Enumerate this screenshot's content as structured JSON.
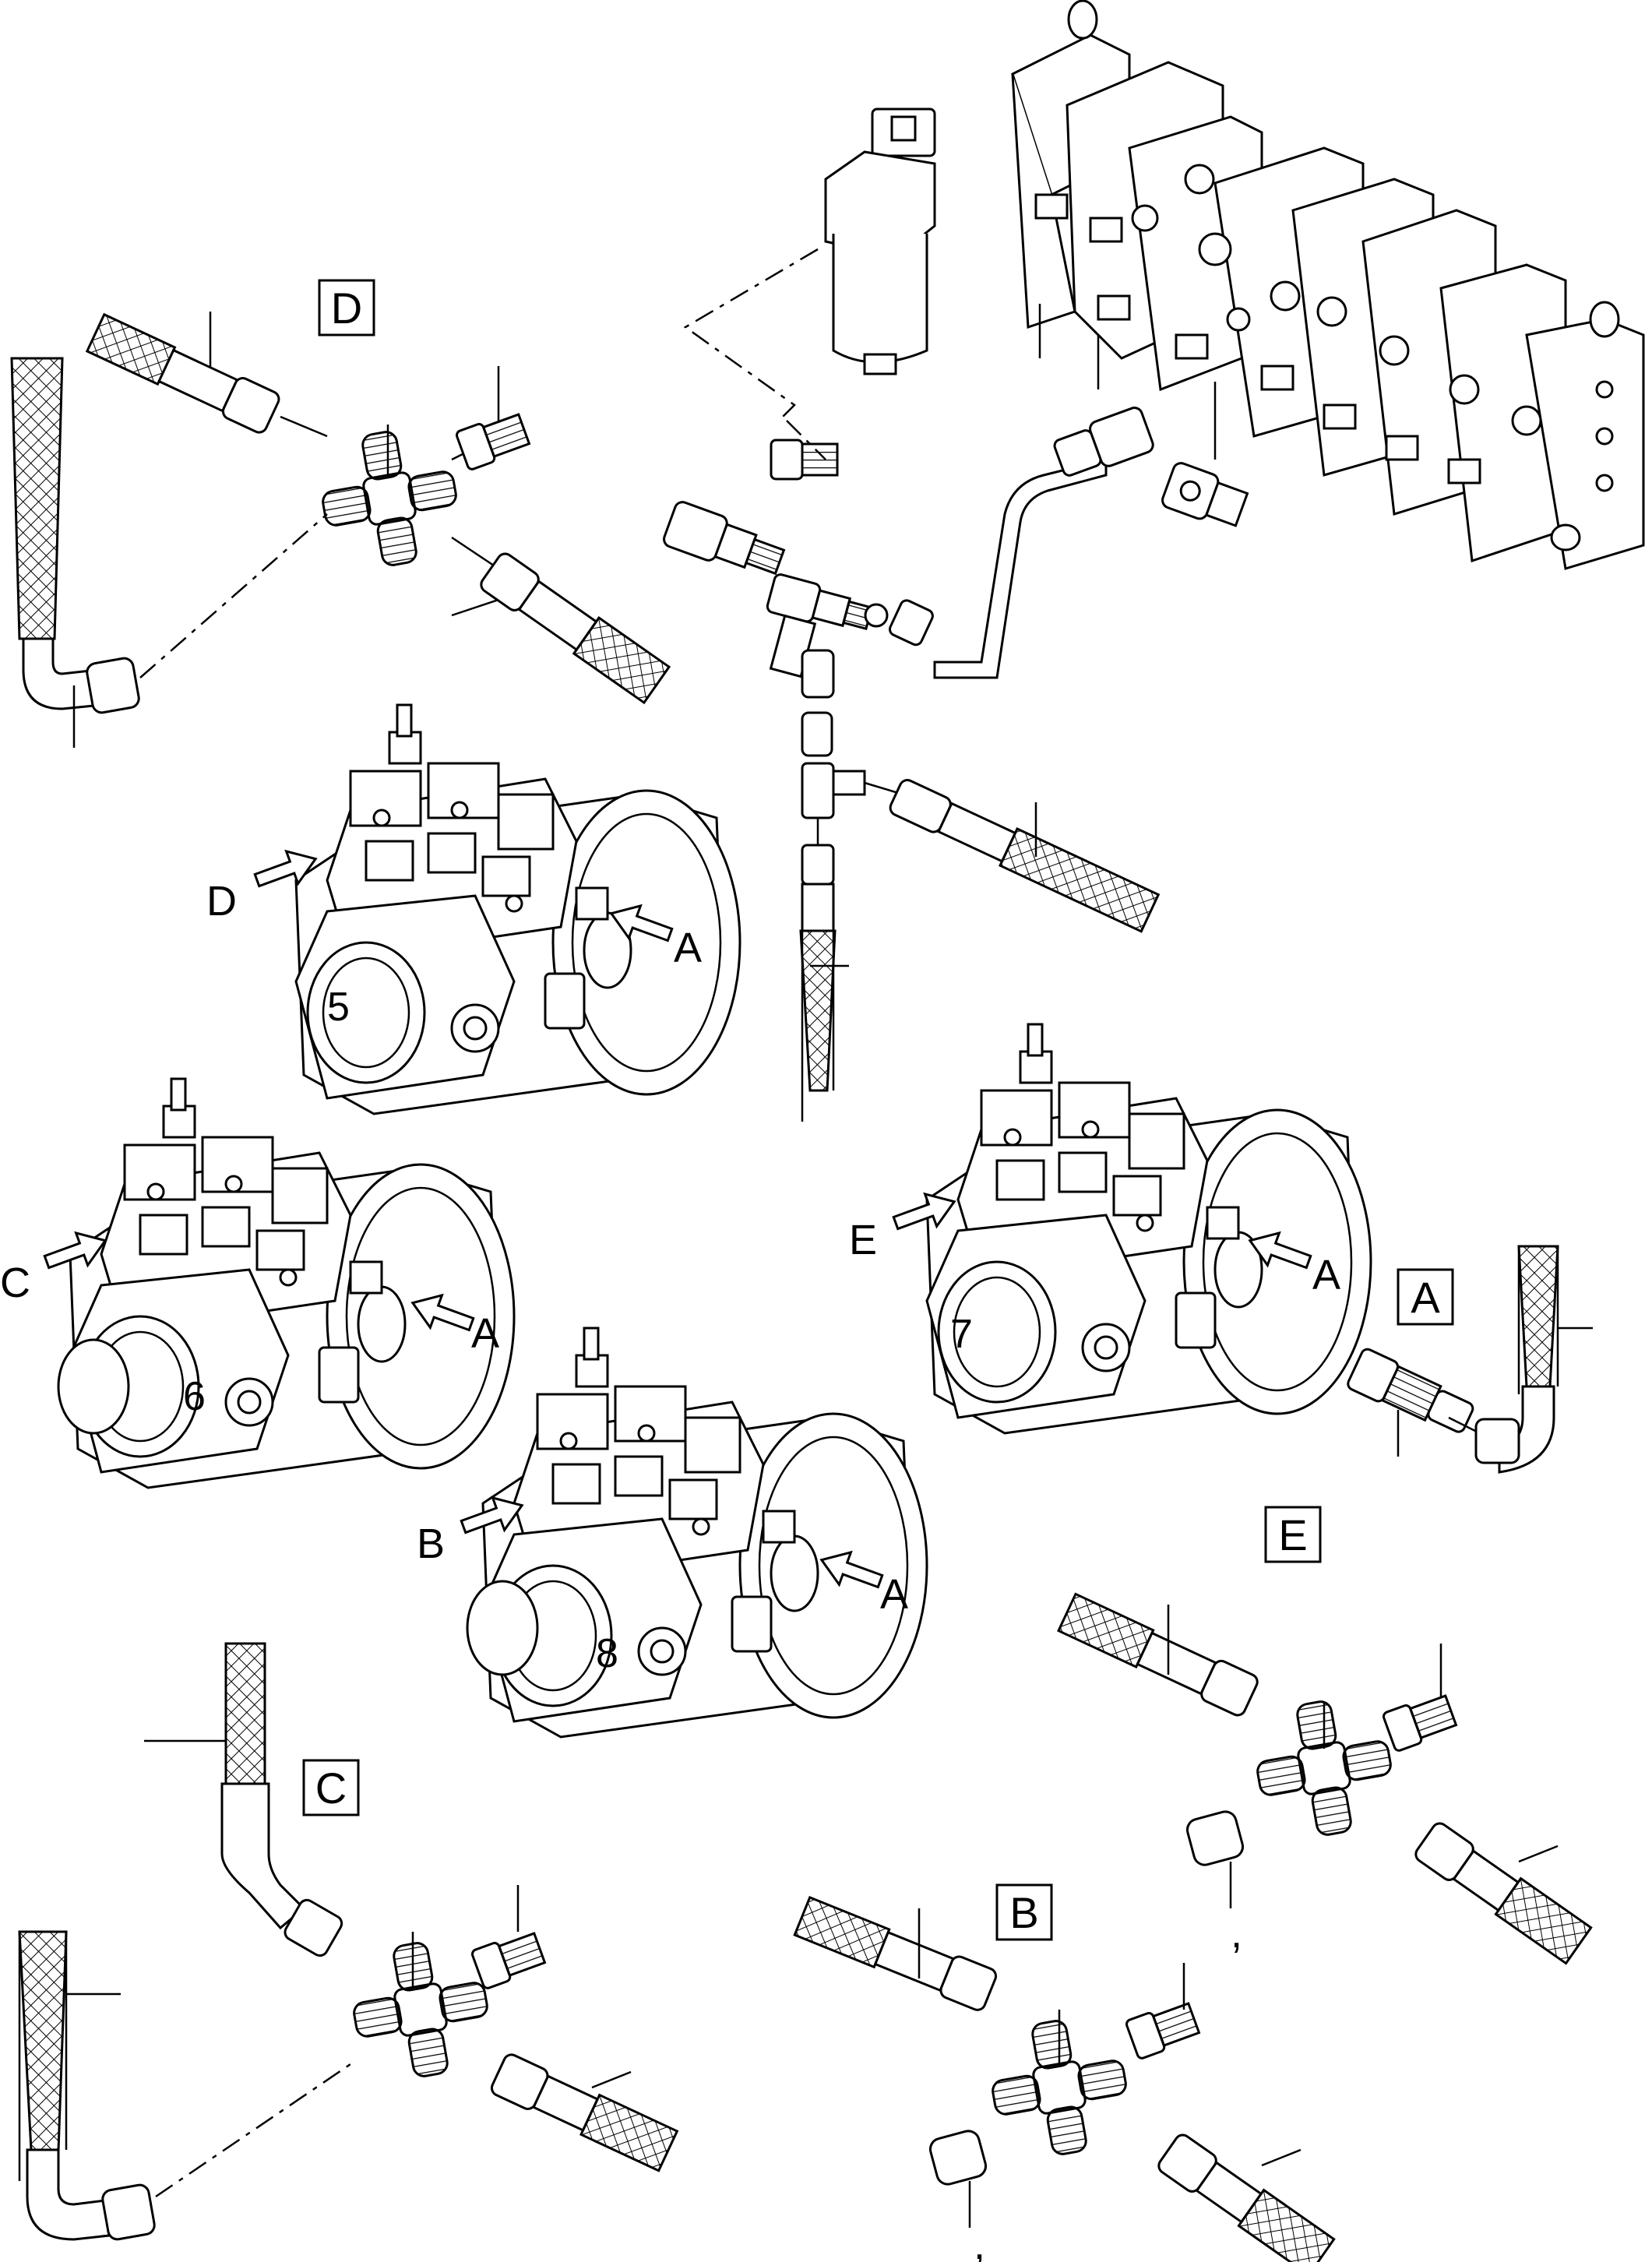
{
  "callouts": {
    "A": "A",
    "B": "B",
    "C": "C",
    "D": "D",
    "E": "E"
  },
  "pumps": [
    {
      "number": "5",
      "pointers": [
        "D",
        "A"
      ]
    },
    {
      "number": "6",
      "pointers": [
        "C",
        "A"
      ]
    },
    {
      "number": "7",
      "pointers": [
        "E",
        "A"
      ]
    },
    {
      "number": "8",
      "pointers": [
        "B",
        "A"
      ]
    }
  ],
  "marks": {
    "tick_e": ",",
    "tick_b": ","
  }
}
